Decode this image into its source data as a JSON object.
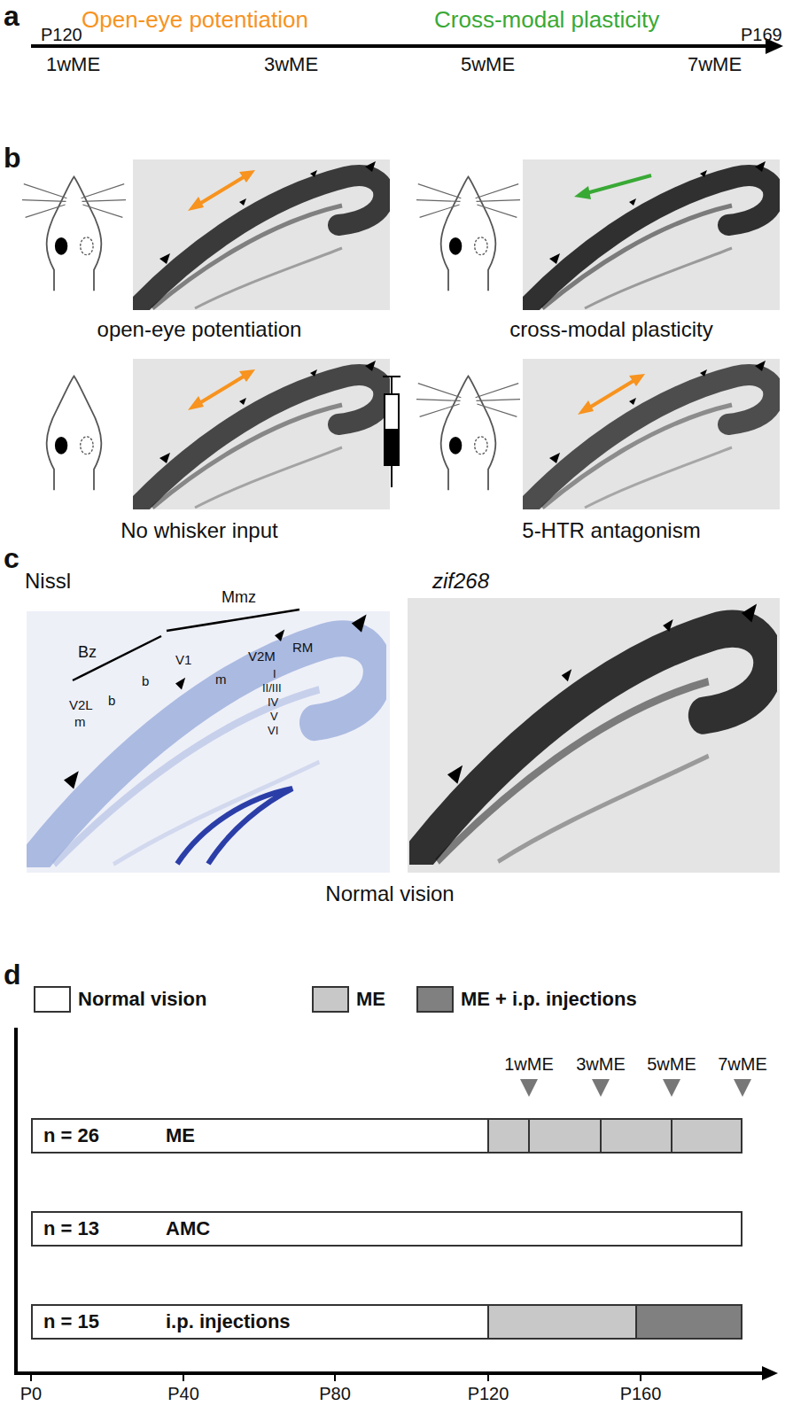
{
  "diagram": {
    "nodes": [
      {
        "text": [
          "n = 26",
          "ME"
        ]
      },
      {
        "text": [
          "n = 13",
          "AMC"
        ]
      },
      {
        "text": [
          "n = 15",
          "i.p. injections"
        ]
      }
    ],
    "labels": [
      "a",
      "P120",
      "Open-eye potentiation",
      "Cross-modal plasticity",
      "P169",
      "1wME",
      "3wME",
      "5wME",
      "7wME",
      "b",
      "open-eye potentiation",
      "cross-modal plasticity",
      "No whisker input",
      "5-HTR antagonism",
      "c",
      "Nissl",
      "zif268",
      "Bz",
      "Mmz",
      "V2L",
      "m",
      "b",
      "b",
      "V1",
      "m",
      "V2M",
      "RM",
      "I",
      "II/III",
      "IV",
      "V",
      "VI",
      "Normal vision",
      "d",
      "1wME",
      "3wME",
      "5wME",
      "7wME",
      "P0",
      "P40",
      "P80",
      "P120",
      "P160"
    ],
    "legend": [
      {
        "text": "Normal vision",
        "color": "#ffffff"
      },
      {
        "text": "ME",
        "color": "#c8c8c8"
      },
      {
        "text": "ME + i.p. injections",
        "color": "#808080"
      }
    ]
  }
}
